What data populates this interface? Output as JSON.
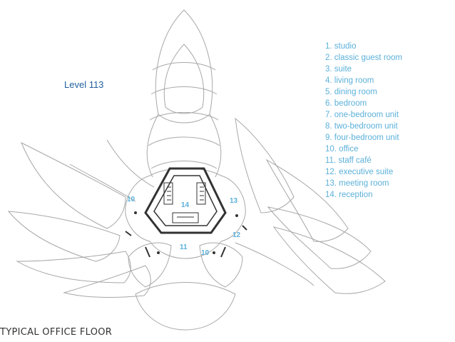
{
  "level_label": "Level 113",
  "caption": "TYPICAL OFFICE FLOOR",
  "legend": [
    "1. studio",
    "2. classic guest room",
    "3. suite",
    "4. living room",
    "5. dining room",
    "6. bedroom",
    "7. one-bedroom unit",
    "8. two-bedroom unit",
    "9. four-bedroom unit",
    "10. office",
    "11. staff café",
    "12. executive suite",
    "13. meeting room",
    "14. reception"
  ],
  "room_labels": {
    "office_left": "10",
    "reception": "14",
    "meeting_room": "13",
    "executive_suite": "12",
    "staff_cafe": "11",
    "office_bottom": "10"
  },
  "colors": {
    "outline": "#a8a8a8",
    "core": "#333333",
    "room_number": "#5bb0d9",
    "legend_text": "#5bb0d9",
    "level_label": "#1f5f9f"
  }
}
